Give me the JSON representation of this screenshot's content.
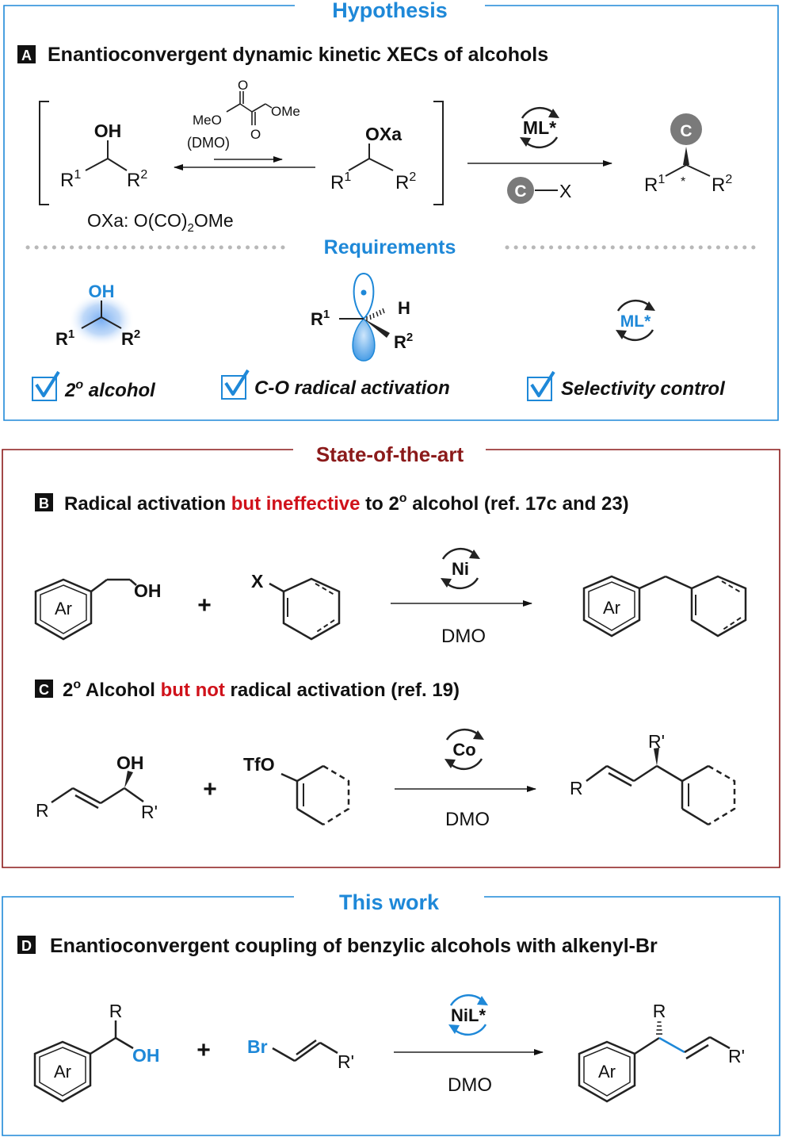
{
  "colors": {
    "blue": "#1e88d8",
    "dark_red": "#8b1a1a",
    "red": "#d0121b",
    "black": "#111111",
    "grey_circle": "#7a7a7a",
    "dots": "#b8b8b8",
    "highlight": "#6aaaf0"
  },
  "hypothesis": {
    "title": "Hypothesis",
    "panel_letter": "A",
    "heading": "Enantioconvergent dynamic kinetic XECs of alcohols",
    "scheme": {
      "oh": "OH",
      "r1": "R",
      "r1_sup": "1",
      "r2": "R",
      "r2_sup": "2",
      "meo": "MeO",
      "ome": "OMe",
      "o_top": "O",
      "o_bottom": "O",
      "dmo_paren": "(DMO)",
      "oxa": "OXa",
      "oxa_def_prefix": "OXa: O(CO)",
      "oxa_def_sub": "2",
      "oxa_def_suffix": "OMe",
      "catalyst": "ML*",
      "c_badge": "C",
      "x": "X",
      "star": "*"
    },
    "requirements_title": "Requirements",
    "req_oh": "OH",
    "req_h": "H",
    "req_catalyst": "ML*",
    "checks": [
      {
        "label_pre": "2",
        "label_sup": "o",
        "label_post": " alcohol"
      },
      {
        "label_pre": "C-O radical activation",
        "label_sup": "",
        "label_post": ""
      },
      {
        "label_pre": "Selectivity control",
        "label_sup": "",
        "label_post": ""
      }
    ]
  },
  "state_of_art": {
    "title": "State-of-the-art",
    "b_letter": "B",
    "b_text_1": "Radical activation ",
    "b_text_red": "but ineffective",
    "b_text_2": " to 2",
    "b_text_sup": "o",
    "b_text_3": " alcohol (ref. 17c and 23)",
    "b_oh": "OH",
    "b_ar": "Ar",
    "b_x": "X",
    "b_plus": "+",
    "b_catalyst": "Ni",
    "b_reagent": "DMO",
    "b_prod_ar": "Ar",
    "c_letter": "C",
    "c_text_pre": "2",
    "c_text_sup": "o",
    "c_text_1": " Alcohol ",
    "c_text_red": "but not",
    "c_text_2": " radical activation (ref. 19)",
    "c_oh": "OH",
    "c_r": "R",
    "c_rp": "R'",
    "c_plus": "+",
    "c_tfo": "TfO",
    "c_catalyst": "Co",
    "c_reagent": "DMO",
    "c_prod_rp": "R'",
    "c_prod_r": "R"
  },
  "this_work": {
    "title": "This work",
    "d_letter": "D",
    "d_heading": "Enantioconvergent coupling of benzylic alcohols with alkenyl-Br",
    "d_r": "R",
    "d_oh": "OH",
    "d_ar": "Ar",
    "d_plus": "+",
    "d_br": "Br",
    "d_rp": "R'",
    "d_catalyst": "NiL*",
    "d_reagent": "DMO",
    "d_prod_r": "R",
    "d_prod_ar": "Ar",
    "d_prod_rp": "R'"
  }
}
